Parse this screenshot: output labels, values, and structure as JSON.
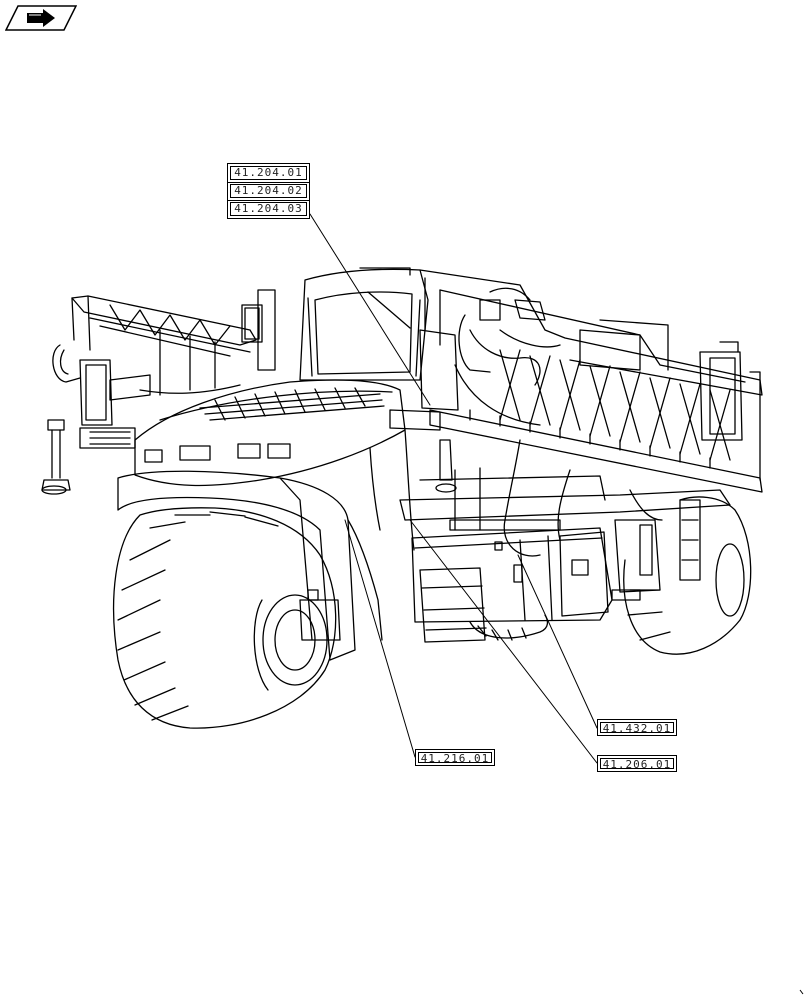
{
  "diagram": {
    "nav_icon": "next-page-arrow-icon",
    "callouts": {
      "c1": "41.204.01",
      "c2": "41.204.02",
      "c3": "41.204.03",
      "c4": "41.432.01",
      "c5": "41.216.01",
      "c6": "41.206.01"
    }
  },
  "colors": {
    "line": "#000000",
    "background": "#ffffff"
  }
}
